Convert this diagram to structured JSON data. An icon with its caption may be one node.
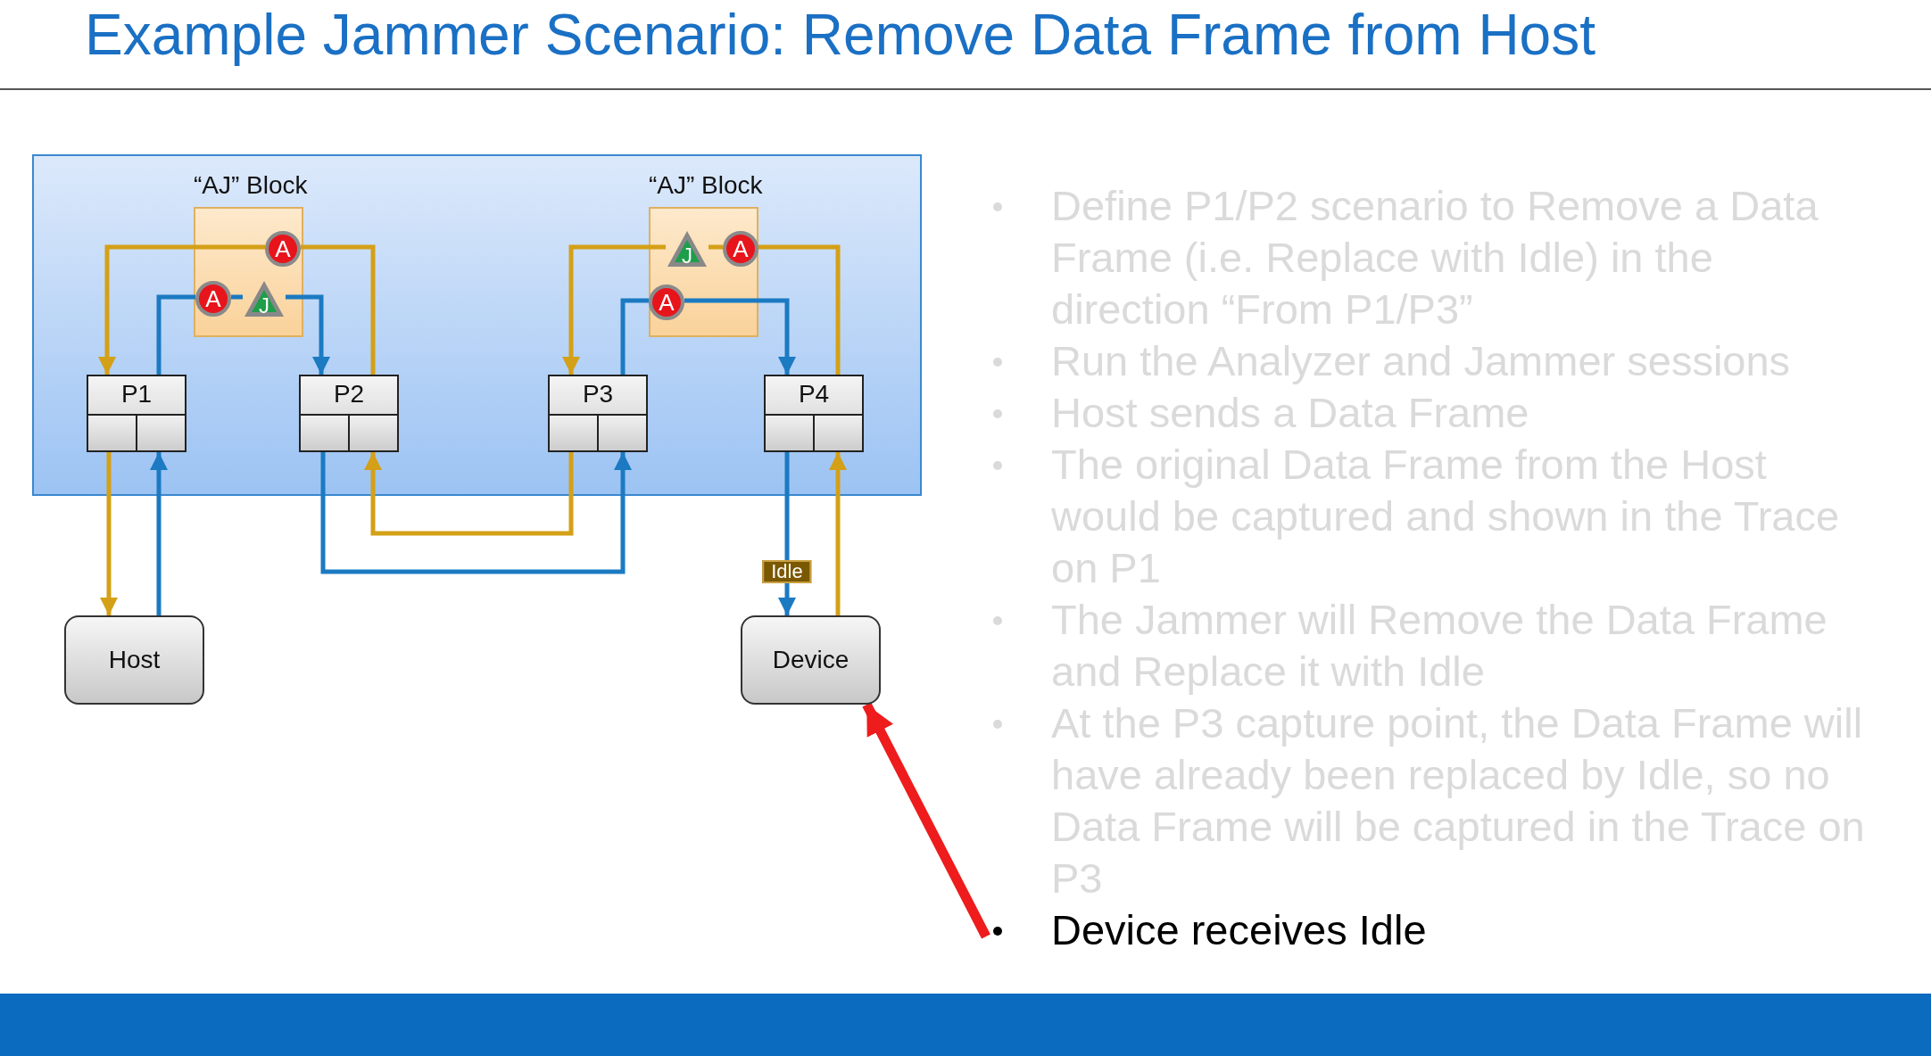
{
  "diagram": {
    "title": "Example Jammer Scenario: Remove Data Frame from Host",
    "nodes": [
      {
        "text": [],
        "shape": "box"
      },
      {
        "text": [
          "“AJ” Block"
        ],
        "in": 0
      },
      {
        "text": [
          "A"
        ],
        "in": 1
      },
      {
        "text": [
          "A"
        ],
        "in": 1
      },
      {
        "text": [
          "J"
        ],
        "in": 1
      },
      {
        "text": [
          "“AJ” Block"
        ],
        "in": 0
      },
      {
        "text": [
          "J"
        ],
        "in": 5
      },
      {
        "text": [
          "A"
        ],
        "in": 5
      },
      {
        "text": [
          "A"
        ],
        "in": 5
      },
      {
        "text": [
          "P1"
        ],
        "in": 0
      },
      {
        "text": [
          "P2"
        ],
        "in": 0
      },
      {
        "text": [
          "P3"
        ],
        "in": 0
      },
      {
        "text": [
          "P4"
        ],
        "in": 0
      },
      {
        "text": [
          "Host"
        ]
      },
      {
        "text": [
          "Device"
        ]
      },
      {
        "text": [
          "Device receives Idle"
        ]
      }
    ],
    "edges": [
      {
        "from": 10,
        "to": 2,
        "arrow": "none",
        "color": "#d4a017"
      },
      {
        "from": 2,
        "to": 9,
        "arrow": "to",
        "color": "#d4a017"
      },
      {
        "from": 9,
        "to": 3,
        "arrow": "none",
        "color": "#1b7ac2"
      },
      {
        "from": 3,
        "to": 4,
        "arrow": "none",
        "color": "#1b7ac2"
      },
      {
        "from": 4,
        "to": 10,
        "arrow": "to",
        "color": "#1b7ac2"
      },
      {
        "from": 11,
        "to": 10,
        "arrow": "to",
        "color": "#d4a017"
      },
      {
        "from": 10,
        "to": 11,
        "arrow": "to",
        "color": "#1b7ac2"
      },
      {
        "from": 12,
        "to": 7,
        "arrow": "none",
        "color": "#d4a017"
      },
      {
        "from": 7,
        "to": 6,
        "arrow": "none",
        "color": "#d4a017"
      },
      {
        "from": 6,
        "to": 11,
        "arrow": "to",
        "color": "#d4a017"
      },
      {
        "from": 11,
        "to": 8,
        "arrow": "none",
        "color": "#1b7ac2"
      },
      {
        "from": 8,
        "to": 12,
        "arrow": "to",
        "color": "#1b7ac2"
      },
      {
        "from": 9,
        "to": 13,
        "arrow": "to",
        "color": "#d4a017"
      },
      {
        "from": 13,
        "to": 9,
        "arrow": "to",
        "color": "#1b7ac2"
      },
      {
        "from": 12,
        "to": 14,
        "arrow": "to",
        "color": "#1b7ac2",
        "label": "Idle"
      },
      {
        "from": 14,
        "to": 12,
        "arrow": "to",
        "color": "#d4a017"
      },
      {
        "from": 15,
        "to": 14,
        "arrow": "to",
        "style": "thick",
        "color": "#ee1c1c"
      }
    ],
    "labels": [
      "Define P1/P2 scenario to Remove a Data Frame (i.e. Replace with Idle) in the direction “From P1/P3”",
      "Run the Analyzer and Jammer sessions",
      "Host sends a Data Frame",
      "The original Data Frame from the Host would be captured and shown in the Trace on P1",
      "The Jammer will Remove the Data Frame and Replace it with Idle",
      "At the P3 capture point, the Data Frame will have already been replaced by Idle, so no Data Frame will be captured in the Trace on P3"
    ]
  }
}
